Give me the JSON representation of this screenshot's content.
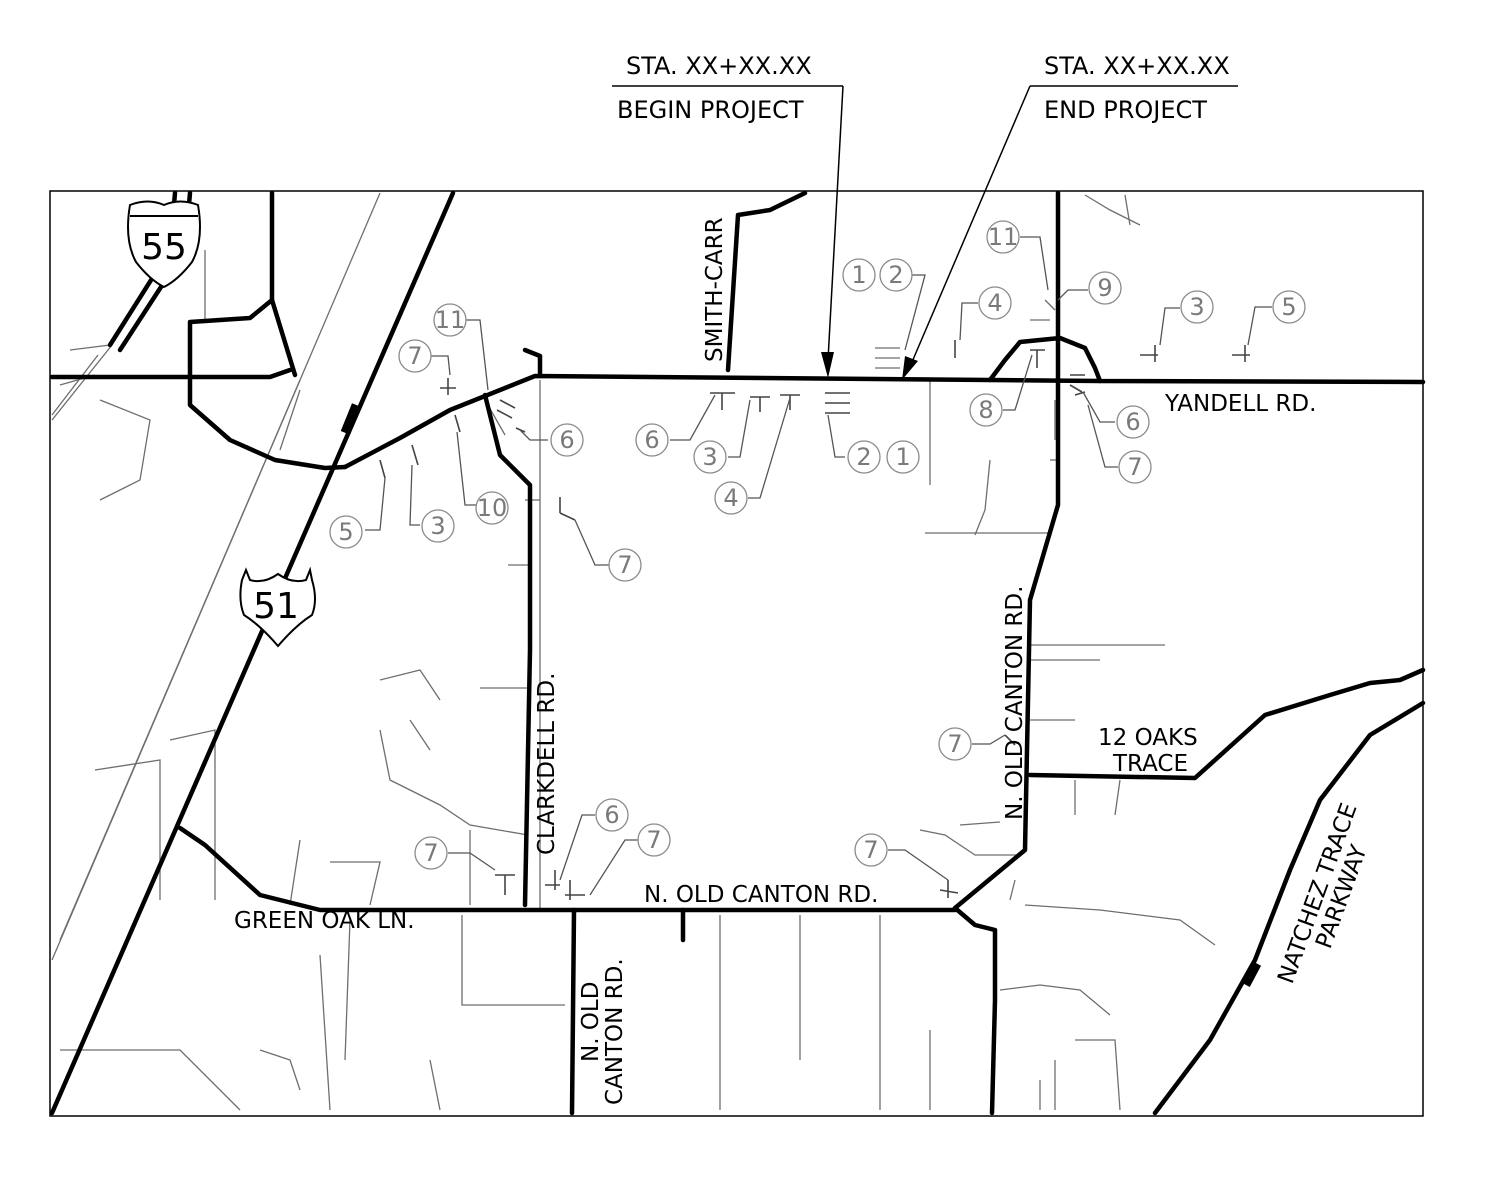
{
  "stations": {
    "begin": {
      "station": "STA. XX+XX.XX",
      "label": "BEGIN PROJECT"
    },
    "end": {
      "station": "STA. XX+XX.XX",
      "label": "END PROJECT"
    }
  },
  "shields": {
    "interstate": "55",
    "us_route": "51"
  },
  "road_labels": {
    "smith_carr": "SMITH-CARR",
    "yandell": "YANDELL RD.",
    "clarkdell": "CLARKDELL RD.",
    "n_old_canton_east": "N. OLD CANTON RD.",
    "n_old_canton_south": "N. OLD CANTON RD.",
    "n_old_canton_bottom_line1": "N. OLD",
    "n_old_canton_bottom_line2": "CANTON RD.",
    "green_oak": "GREEN OAK LN.",
    "twelve_oaks_line1": "12 OAKS",
    "twelve_oaks_line2": "TRACE",
    "natchez_line1": "NATCHEZ TRACE",
    "natchez_line2": "PARKWAY"
  },
  "callouts": [
    "11",
    "7",
    "6",
    "5",
    "3",
    "10",
    "7",
    "1",
    "2",
    "6",
    "3",
    "4",
    "2",
    "1",
    "11",
    "4",
    "9",
    "3",
    "5",
    "8",
    "6",
    "7",
    "7",
    "7",
    "6",
    "7",
    "7"
  ],
  "colors": {
    "major_road": "#000000",
    "minor_road": "#6e6e6e",
    "callout": "#7a7a7a"
  }
}
